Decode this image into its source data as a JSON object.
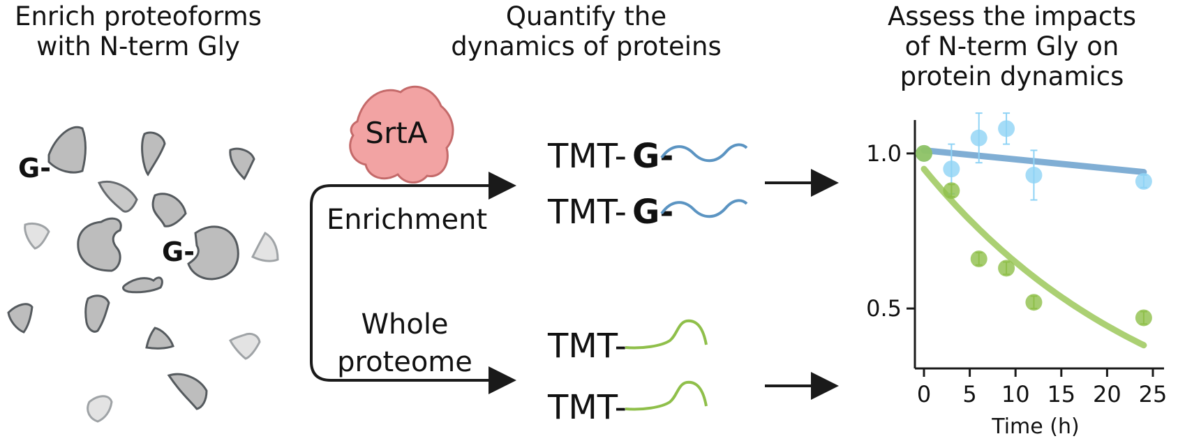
{
  "panels": {
    "enrich": {
      "title": "Enrich proteoforms\nwith N-term Gly",
      "gly_label": "G-"
    },
    "quantify": {
      "title": "Quantify the\ndynamics of proteins",
      "enzyme": "SrtA",
      "branch_top": "Enrichment",
      "branch_bottom_line1": "Whole",
      "branch_bottom_line2": "proteome",
      "tag_prefix": "TMT-",
      "tag_gly": "G-",
      "tag_plain": "TMT-"
    },
    "assess": {
      "title": "Assess the impacts\nof N-term Gly on\nprotein dynamics"
    }
  },
  "colors": {
    "protein_dark": "#bdbdbd",
    "protein_light": "#e3e3e3",
    "enzyme": "#f2a3a3",
    "enriched_series": "#6aa0cc",
    "whole_series": "#8fbf4a"
  },
  "chart_data": {
    "type": "scatter",
    "xlabel": "Time (h)",
    "ylabel": "",
    "xlim": [
      0,
      25
    ],
    "ylim": [
      0.3,
      1.2
    ],
    "xticks": [
      0,
      5,
      10,
      15,
      20,
      25
    ],
    "yticks": [
      0.5,
      1.0
    ],
    "ytick_labels": [
      "0.5",
      "1.0"
    ],
    "series": [
      {
        "color": "#8fd3f5",
        "x": [
          0,
          3,
          6,
          9,
          12,
          24
        ],
        "y": [
          1.0,
          0.95,
          1.05,
          1.08,
          0.93,
          0.91
        ],
        "err": [
          0.0,
          0.08,
          0.08,
          0.05,
          0.08,
          0.02
        ],
        "fit": {
          "kind": "linear",
          "y0": 1.01,
          "y1": 0.94,
          "color": "#6aa0cc"
        }
      },
      {
        "color": "#8fbf4a",
        "x": [
          0,
          3,
          6,
          9,
          12,
          24
        ],
        "y": [
          1.0,
          0.88,
          0.66,
          0.63,
          0.52,
          0.47
        ],
        "err": [
          0.0,
          0.02,
          0.02,
          0.02,
          0.02,
          0.02
        ],
        "fit": {
          "kind": "exponential",
          "y0": 0.95,
          "k": 0.038,
          "color": "#9cc85a"
        }
      }
    ],
    "grid": false
  }
}
